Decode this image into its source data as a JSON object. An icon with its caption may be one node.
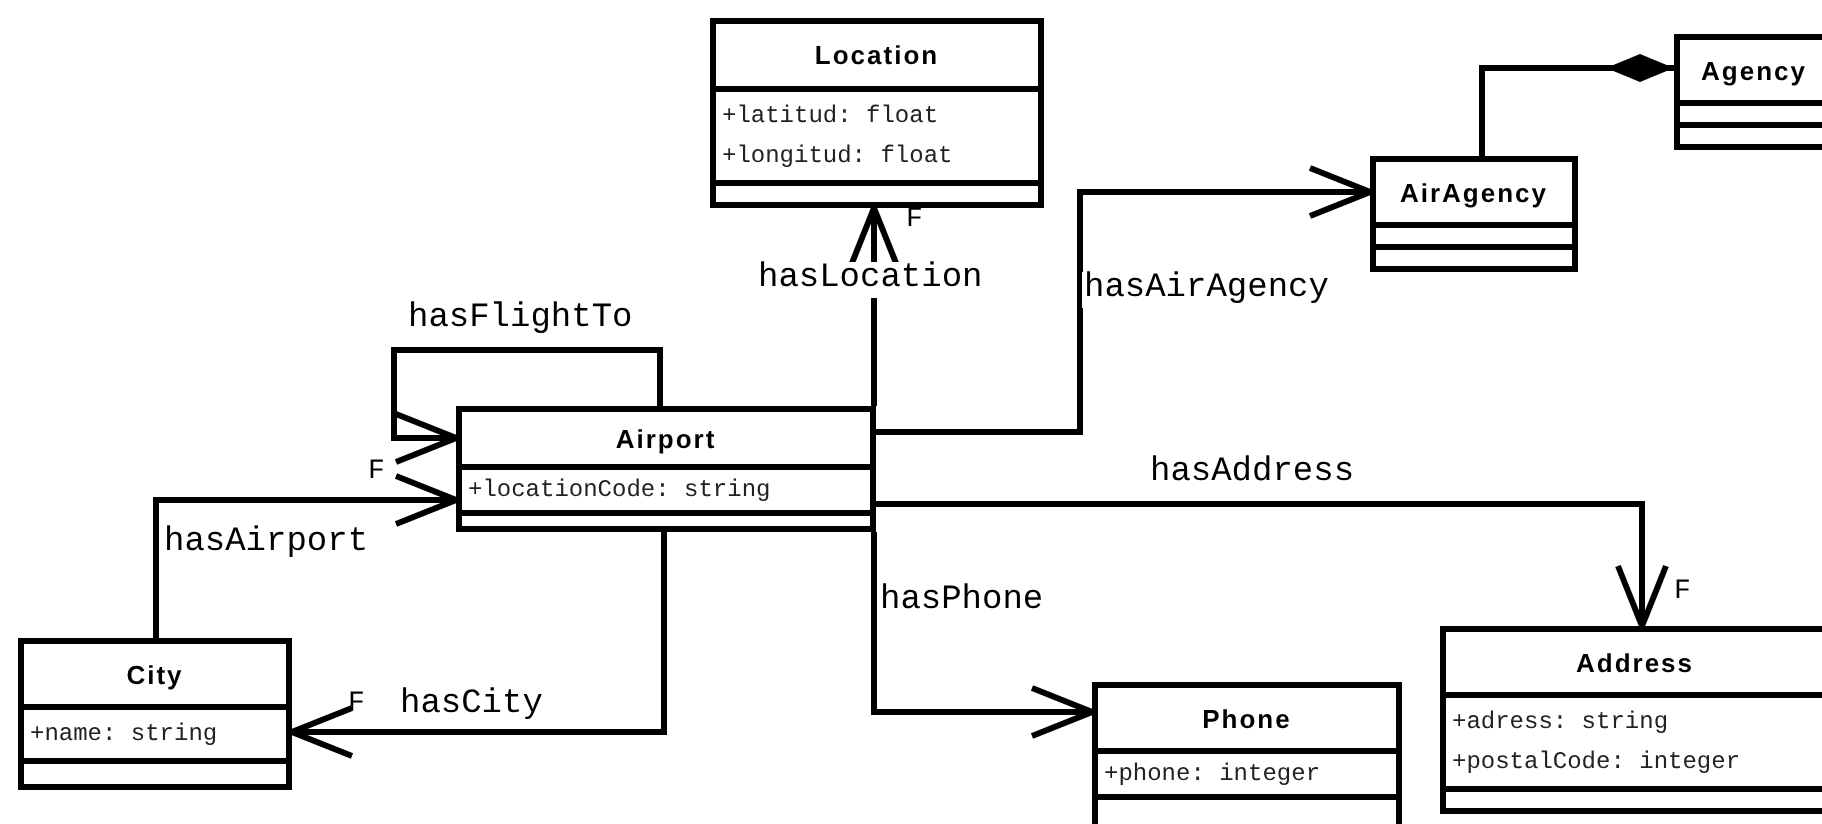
{
  "diagram": {
    "nodes": [
      {
        "text": [
          "Location",
          "+latitud: float",
          "+longitud: float"
        ]
      },
      {
        "text": [
          "Agency"
        ]
      },
      {
        "text": [
          "AirAgency"
        ]
      },
      {
        "text": [
          "Airport",
          "+locationCode: string"
        ]
      },
      {
        "text": [
          "Address",
          "+adress: string",
          "+postalCode: integer"
        ]
      },
      {
        "text": [
          "City",
          "+name: string"
        ]
      },
      {
        "text": [
          "Phone",
          "+phone: integer"
        ]
      }
    ],
    "edges": [
      {
        "from": 2,
        "to": 1,
        "arrow": "other"
      },
      {
        "from": 3,
        "to": 0,
        "arrow": "to",
        "label": "hasLocation"
      },
      {
        "from": 3,
        "to": 2,
        "arrow": "to",
        "label": "hasAirAgency"
      },
      {
        "from": 3,
        "to": 3,
        "arrow": "to",
        "label": "hasFlightTo"
      },
      {
        "from": 5,
        "to": 3,
        "arrow": "to",
        "label": "hasAirport"
      },
      {
        "from": 3,
        "to": 4,
        "arrow": "to",
        "label": "hasAddress"
      },
      {
        "from": 3,
        "to": 6,
        "arrow": "to",
        "label": "hasPhone"
      },
      {
        "from": 3,
        "to": 5,
        "arrow": "to",
        "label": "hasCity"
      }
    ],
    "labels": [
      "F",
      "F",
      "F",
      "F"
    ]
  }
}
